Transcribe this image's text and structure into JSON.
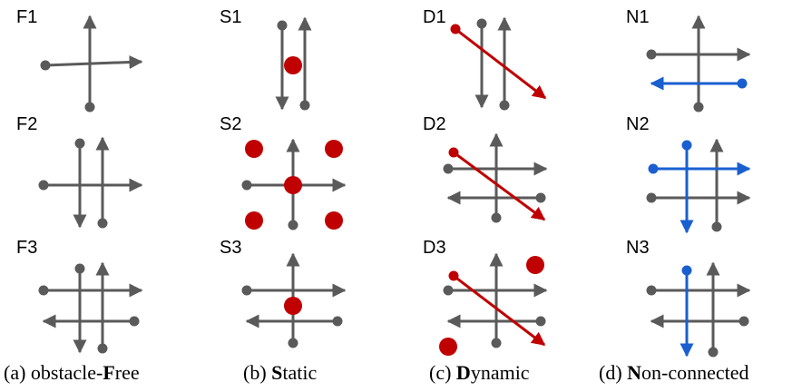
{
  "colors": {
    "gray": "#5a5a5a",
    "red": "#c00000",
    "blue": "#1a5fd0"
  },
  "panels": [
    {
      "id": "F1",
      "label": "F1"
    },
    {
      "id": "F2",
      "label": "F2"
    },
    {
      "id": "F3",
      "label": "F3"
    },
    {
      "id": "S1",
      "label": "S1"
    },
    {
      "id": "S2",
      "label": "S2"
    },
    {
      "id": "S3",
      "label": "S3"
    },
    {
      "id": "D1",
      "label": "D1"
    },
    {
      "id": "D2",
      "label": "D2"
    },
    {
      "id": "D3",
      "label": "D3"
    },
    {
      "id": "N1",
      "label": "N1"
    },
    {
      "id": "N2",
      "label": "N2"
    },
    {
      "id": "N3",
      "label": "N3"
    }
  ],
  "captions": [
    {
      "prefix": "(a) obstacle-",
      "bold": "F",
      "suffix": "ree"
    },
    {
      "prefix": "(b) ",
      "bold": "S",
      "suffix": "tatic"
    },
    {
      "prefix": "(c) ",
      "bold": "D",
      "suffix": "ynamic"
    },
    {
      "prefix": "(d) ",
      "bold": "N",
      "suffix": "on-connected"
    }
  ]
}
